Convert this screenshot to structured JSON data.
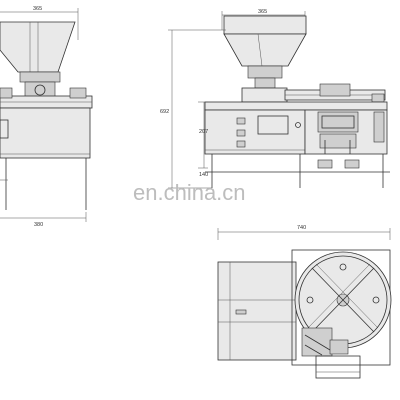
{
  "watermark": "en.china.cn",
  "front_view": {
    "width_top": "365",
    "width_bottom": "380"
  },
  "side_view": {
    "hopper_width": "365",
    "total_height": "692",
    "mid_height": "207",
    "base_height": "140"
  },
  "top_view": {
    "width": "740"
  }
}
